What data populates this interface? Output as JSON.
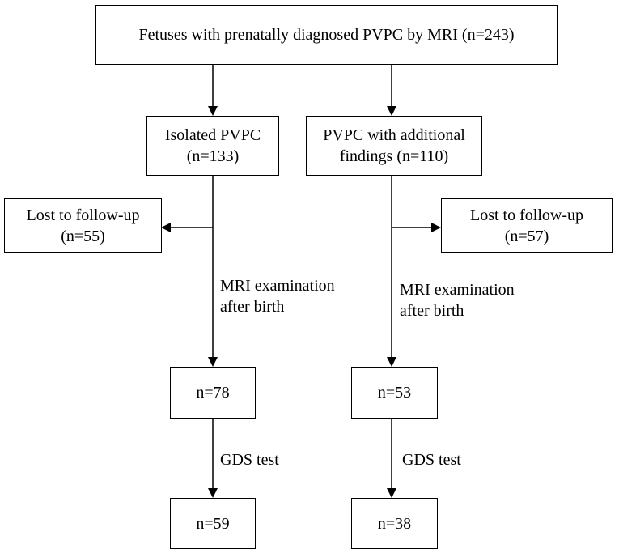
{
  "nodes": {
    "root": {
      "text": "Fetuses with prenatally diagnosed PVPC by MRI (n=243)"
    },
    "isolated": {
      "line1": "Isolated PVPC",
      "line2": "(n=133)"
    },
    "additional": {
      "line1": "PVPC with additional",
      "line2": "findings (n=110)"
    },
    "lost_left": {
      "line1": "Lost to follow-up",
      "line2": "(n=55)"
    },
    "lost_right": {
      "line1": "Lost to follow-up",
      "line2": "(n=57)"
    },
    "left_mri": {
      "text": "n=78"
    },
    "right_mri": {
      "text": "n=53"
    },
    "left_gds": {
      "text": "n=59"
    },
    "right_gds": {
      "text": "n=38"
    }
  },
  "edge_labels": {
    "mri_left": {
      "line1": "MRI examination",
      "line2": "after birth"
    },
    "mri_right": {
      "line1": "MRI examination",
      "line2": "after birth"
    },
    "gds_left": "GDS test",
    "gds_right": "GDS test"
  }
}
